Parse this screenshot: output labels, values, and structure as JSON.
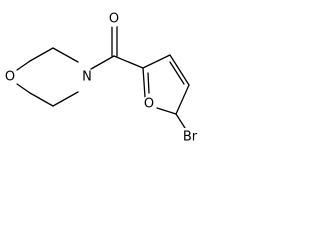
{
  "molecule": {
    "atoms": {
      "carbonyl_oxygen": "O",
      "morpholine_nitrogen": "N",
      "morpholine_oxygen": "O",
      "furan_oxygen": "O",
      "bromine": "Br"
    },
    "colors": {
      "bond": "#000000",
      "label": "#000000",
      "background": "#ffffff"
    }
  }
}
